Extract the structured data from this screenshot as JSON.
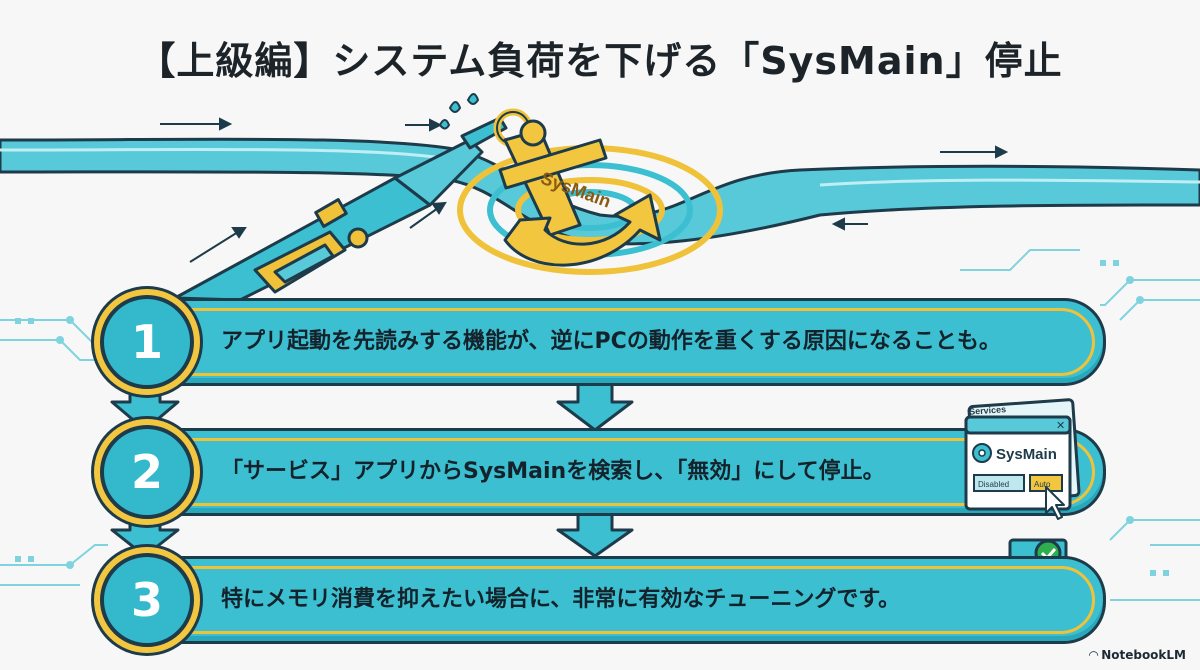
{
  "title": "【上級編】システム負荷を下げる「SysMain」停止",
  "anchor": {
    "label": "SysMain"
  },
  "steps": [
    {
      "number": "1",
      "text": "アプリ起動を先読みする機能が、逆にPCの動作を重くする原因になることも。"
    },
    {
      "number": "2",
      "text": "「サービス」アプリからSysMainを検索し、「無効」にして停止。"
    },
    {
      "number": "3",
      "text": "特にメモリ消費を抑えたい場合に、非常に有効なチューニングです。"
    }
  ],
  "services_window": {
    "window_title": "Services",
    "service_name": "SysMain",
    "option_left": "Disabled",
    "option_right": "Auto"
  },
  "brand": {
    "name": "NotebookLM"
  },
  "colors": {
    "teal": "#3cbfd0",
    "navy": "#1d3b4a",
    "gold": "#f3c63f",
    "green": "#2eae4e"
  },
  "progress": {
    "filled_fraction": 0.25
  }
}
